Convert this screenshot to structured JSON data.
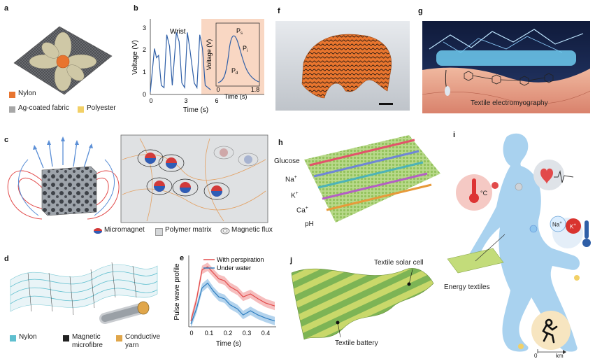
{
  "panels": {
    "a": {
      "label": "a",
      "legend": [
        "Nylon",
        "Ag-coated fabric",
        "Polyester"
      ],
      "colors": {
        "nylon": "#e8742f",
        "ag": "#a7a7a7",
        "polyester": "#f2d066"
      }
    },
    "b": {
      "label": "b",
      "series_label": "Wrist",
      "ylabel": "Voltage (V)",
      "xlabel": "Time (s)",
      "yticks": [
        "0",
        "1",
        "2",
        "3"
      ],
      "xticks": [
        "0",
        "3",
        "6"
      ],
      "inset": {
        "ylabel": "Voltage (V)",
        "xlabel": "Time (s)",
        "xticks": [
          "0",
          "1.8"
        ],
        "peaks": [
          "P",
          "P",
          "P"
        ],
        "peak_subs": [
          "s",
          "i",
          "d"
        ]
      }
    },
    "c": {
      "label": "c",
      "legend": [
        "Micromagnet",
        "Polymer matrix",
        "Magnetic flux"
      ]
    },
    "d": {
      "label": "d",
      "legend": [
        "Nylon",
        "Magnetic\nmicrofibre",
        "Conductive\nyarn"
      ]
    },
    "e": {
      "label": "e",
      "ylabel": "Pulse wave profile",
      "xlabel": "Time (s)",
      "xticks": [
        "0",
        "0.1",
        "0.2",
        "0.3",
        "0.4"
      ],
      "series": [
        {
          "name": "With perspiration",
          "color": "#e24a4a"
        },
        {
          "name": "Under water",
          "color": "#2f7fc1"
        }
      ]
    },
    "f": {
      "label": "f"
    },
    "g": {
      "label": "g",
      "caption": "Textile electromyography"
    },
    "h": {
      "label": "h",
      "analytes": [
        "Glucose",
        "Na",
        "K",
        "Ca",
        "pH"
      ],
      "sup": [
        "",
        "+",
        "+",
        "+",
        ""
      ]
    },
    "i": {
      "label": "i",
      "temp_unit": "°C",
      "ions": [
        "Na",
        "K"
      ],
      "ion_sup": [
        "+",
        "+"
      ],
      "energy_label": "Energy textiles",
      "km_label": "km",
      "zero_label": "0"
    },
    "j": {
      "label": "j",
      "solar": "Textile solar cell",
      "battery": "Textile battery"
    }
  },
  "chart_data": [
    {
      "type": "line",
      "panel": "b",
      "series": [
        {
          "name": "Wrist",
          "x": [
            0,
            0.3,
            0.45,
            0.6,
            0.8,
            1.0,
            1.2,
            1.4,
            1.6,
            1.9,
            2.1,
            2.3,
            2.5,
            2.7,
            2.9,
            3.2,
            3.4,
            3.6,
            3.8,
            4.0,
            4.2,
            4.4
          ],
          "y": [
            0.1,
            2.0,
            1.6,
            1.7,
            0.4,
            0.3,
            2.6,
            2.1,
            0.4,
            2.7,
            2.3,
            0.5,
            0.3,
            2.7,
            1.9,
            0.5,
            0.3,
            2.6,
            2.0,
            0.4,
            0.3,
            0.2
          ]
        }
      ],
      "xlim": [
        0,
        8
      ],
      "ylim": [
        0,
        3.2
      ],
      "ylabel": "Voltage (V)",
      "xlabel": "Time (s)"
    },
    {
      "type": "line",
      "panel": "e",
      "x": [
        0,
        0.03,
        0.06,
        0.09,
        0.12,
        0.15,
        0.18,
        0.21,
        0.25,
        0.28,
        0.32,
        0.36,
        0.4,
        0.45
      ],
      "series": [
        {
          "name": "With perspiration",
          "values": [
            0.05,
            0.4,
            0.9,
            0.95,
            0.85,
            0.75,
            0.72,
            0.62,
            0.55,
            0.45,
            0.5,
            0.42,
            0.35,
            0.3
          ]
        },
        {
          "name": "Under water",
          "values": [
            0.0,
            0.25,
            0.6,
            0.68,
            0.55,
            0.45,
            0.42,
            0.32,
            0.25,
            0.15,
            0.22,
            0.15,
            0.1,
            0.05
          ]
        }
      ],
      "xlim": [
        0,
        0.45
      ],
      "ylabel": "Pulse wave profile",
      "xlabel": "Time (s)"
    }
  ]
}
